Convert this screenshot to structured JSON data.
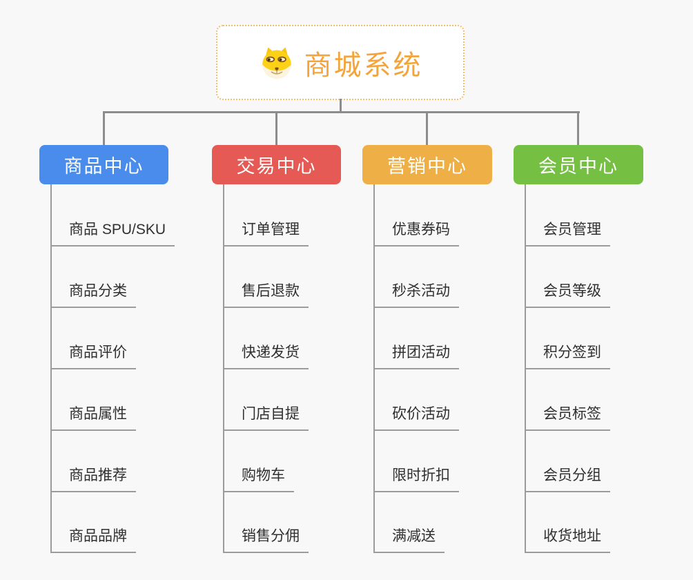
{
  "root": {
    "title": "商城系统",
    "icon": "doge-face-icon"
  },
  "colors": {
    "background": "#F8F8F8",
    "connector": "#8C8C8C",
    "leaf_line": "#9B9B9B",
    "root_border": "#F2BE6B",
    "root_title": "#F3A43B",
    "branch_product": "#4A8CEB",
    "branch_trade": "#E55A55",
    "branch_marketing": "#EDAF46",
    "branch_member": "#75C043"
  },
  "branches": [
    {
      "label": "商品中心",
      "color": "#4A8CEB",
      "children": [
        "商品 SPU/SKU",
        "商品分类",
        "商品评价",
        "商品属性",
        "商品推荐",
        "商品品牌"
      ]
    },
    {
      "label": "交易中心",
      "color": "#E55A55",
      "children": [
        "订单管理",
        "售后退款",
        "快递发货",
        "门店自提",
        "购物车",
        "销售分佣"
      ]
    },
    {
      "label": "营销中心",
      "color": "#EDAF46",
      "children": [
        "优惠券码",
        "秒杀活动",
        "拼团活动",
        "砍价活动",
        "限时折扣",
        "满减送"
      ]
    },
    {
      "label": "会员中心",
      "color": "#75C043",
      "children": [
        "会员管理",
        "会员等级",
        "积分签到",
        "会员标签",
        "会员分组",
        "收货地址"
      ]
    }
  ]
}
